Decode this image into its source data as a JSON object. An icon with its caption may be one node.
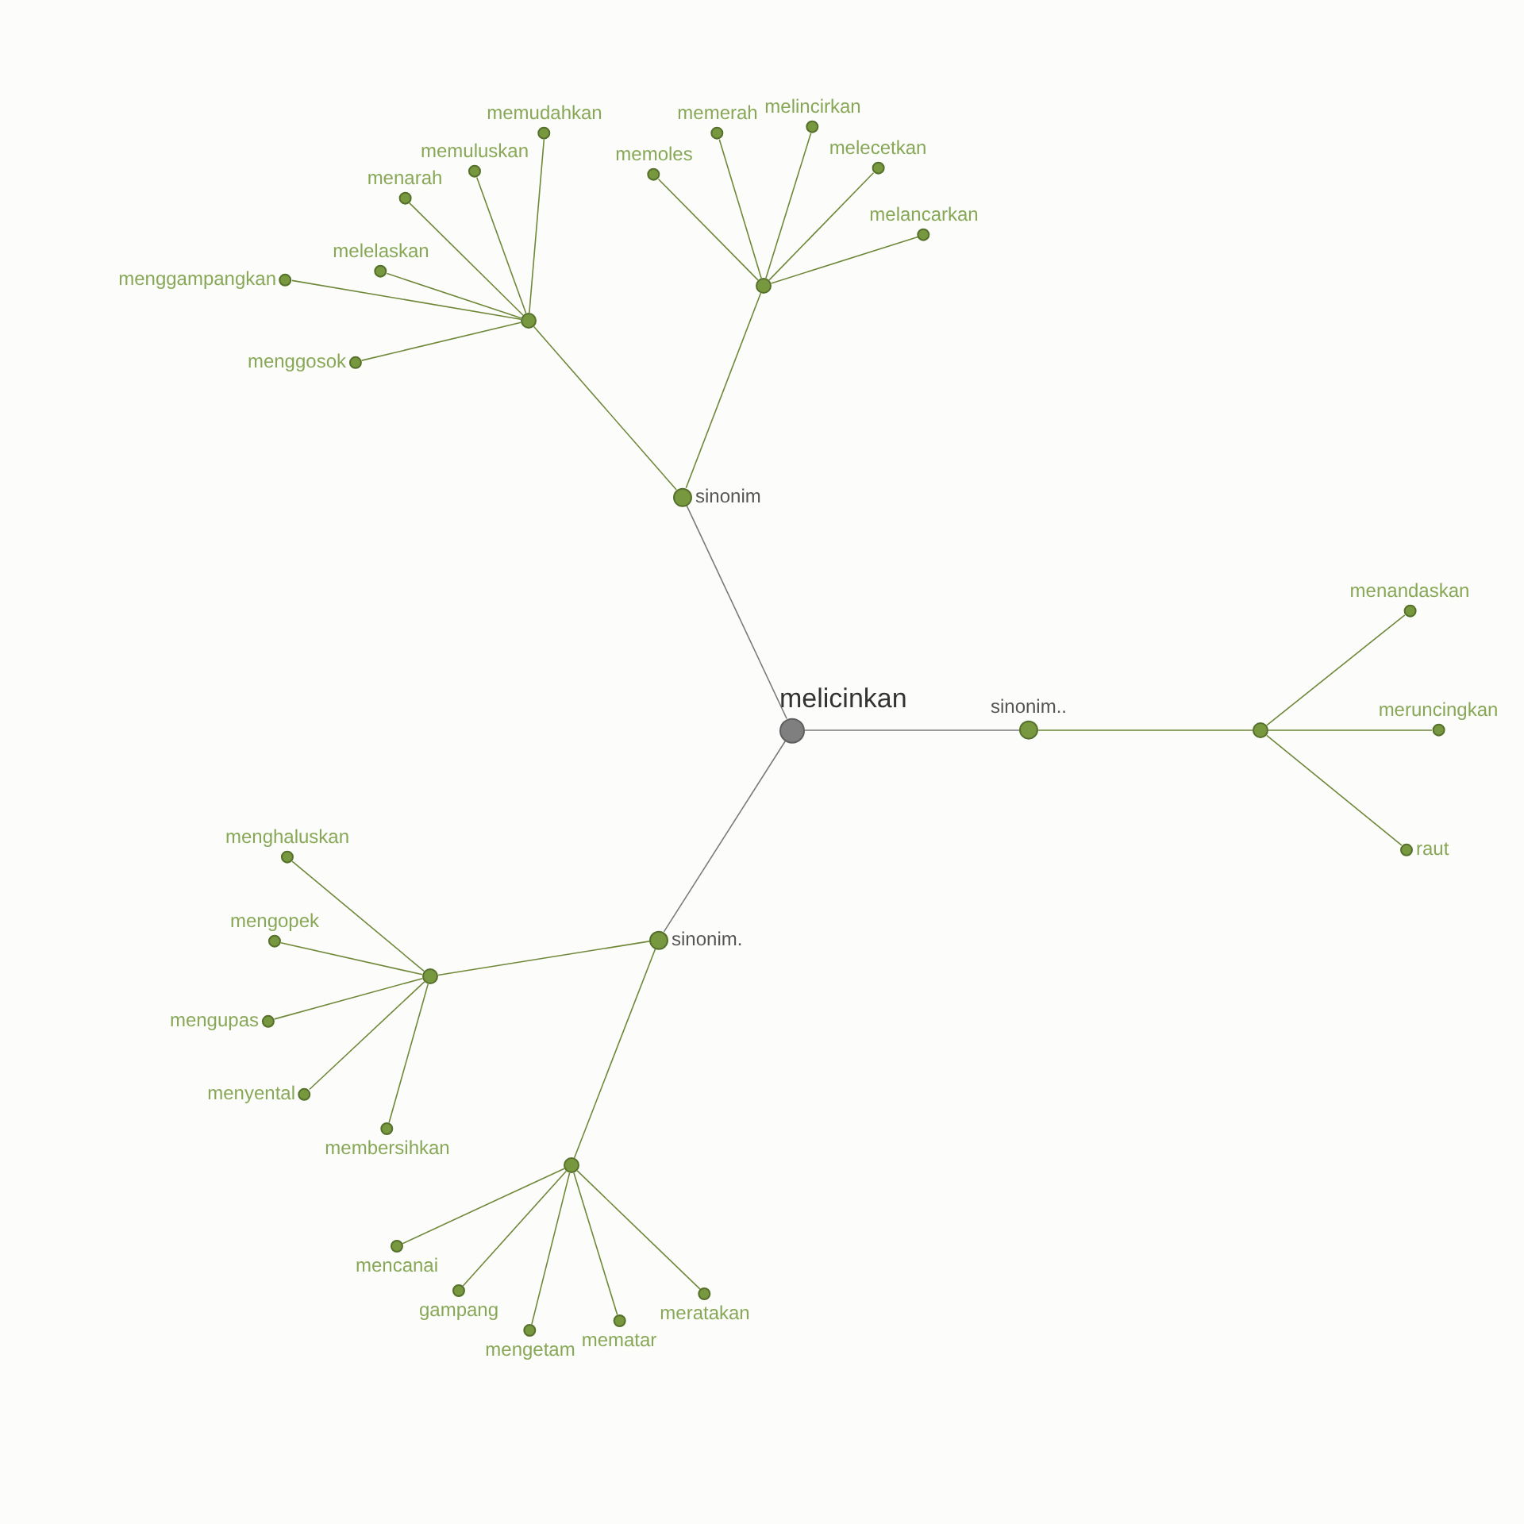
{
  "diagram": {
    "nodes": [
      {
        "text": [
          "melicinkan"
        ]
      },
      {
        "text": [
          "sinonim"
        ]
      },
      {
        "text": [],
        "shape": "circle"
      },
      {
        "text": [
          "memudahkan"
        ]
      },
      {
        "text": [
          "memuluskan"
        ]
      },
      {
        "text": [
          "menarah"
        ]
      },
      {
        "text": [
          "menggampangkan"
        ]
      },
      {
        "text": [
          "melelaskan"
        ]
      },
      {
        "text": [
          "menggosok"
        ]
      },
      {
        "text": [],
        "shape": "circle"
      },
      {
        "text": [
          "memoles"
        ]
      },
      {
        "text": [
          "memerah"
        ]
      },
      {
        "text": [
          "melincirkan"
        ]
      },
      {
        "text": [
          "melecetkan"
        ]
      },
      {
        "text": [
          "melancarkan"
        ]
      },
      {
        "text": [
          "sinonim.."
        ]
      },
      {
        "text": [],
        "shape": "circle"
      },
      {
        "text": [
          "menandaskan"
        ]
      },
      {
        "text": [
          "meruncingkan"
        ]
      },
      {
        "text": [
          "raut"
        ]
      },
      {
        "text": [
          "sinonim."
        ]
      },
      {
        "text": [],
        "shape": "circle"
      },
      {
        "text": [
          "menghaluskan"
        ]
      },
      {
        "text": [
          "mengopek"
        ]
      },
      {
        "text": [
          "mengupas"
        ]
      },
      {
        "text": [
          "menyental"
        ]
      },
      {
        "text": [
          "membersihkan"
        ]
      },
      {
        "text": [],
        "shape": "circle"
      },
      {
        "text": [
          "mencanai"
        ]
      },
      {
        "text": [
          "gampang"
        ]
      },
      {
        "text": [
          "mengetam"
        ]
      },
      {
        "text": [
          "mematar"
        ]
      },
      {
        "text": [
          "meratakan"
        ]
      }
    ],
    "edges": [
      {
        "from": 0,
        "to": 1,
        "arrow": "none",
        "color": "#7a7a7a"
      },
      {
        "from": 1,
        "to": 2,
        "arrow": "none"
      },
      {
        "from": 2,
        "to": 3,
        "arrow": "none"
      },
      {
        "from": 2,
        "to": 4,
        "arrow": "none"
      },
      {
        "from": 2,
        "to": 5,
        "arrow": "none"
      },
      {
        "from": 2,
        "to": 6,
        "arrow": "none"
      },
      {
        "from": 2,
        "to": 7,
        "arrow": "none"
      },
      {
        "from": 2,
        "to": 8,
        "arrow": "none"
      },
      {
        "from": 1,
        "to": 9,
        "arrow": "none"
      },
      {
        "from": 9,
        "to": 10,
        "arrow": "none"
      },
      {
        "from": 9,
        "to": 11,
        "arrow": "none"
      },
      {
        "from": 9,
        "to": 12,
        "arrow": "none"
      },
      {
        "from": 9,
        "to": 13,
        "arrow": "none"
      },
      {
        "from": 9,
        "to": 14,
        "arrow": "none"
      },
      {
        "from": 0,
        "to": 15,
        "arrow": "none",
        "color": "#7a7a7a"
      },
      {
        "from": 15,
        "to": 16,
        "arrow": "none"
      },
      {
        "from": 16,
        "to": 17,
        "arrow": "none"
      },
      {
        "from": 16,
        "to": 18,
        "arrow": "none"
      },
      {
        "from": 16,
        "to": 19,
        "arrow": "none"
      },
      {
        "from": 0,
        "to": 20,
        "arrow": "none",
        "color": "#7a7a7a"
      },
      {
        "from": 20,
        "to": 21,
        "arrow": "none"
      },
      {
        "from": 21,
        "to": 22,
        "arrow": "none"
      },
      {
        "from": 21,
        "to": 23,
        "arrow": "none"
      },
      {
        "from": 21,
        "to": 24,
        "arrow": "none"
      },
      {
        "from": 21,
        "to": 25,
        "arrow": "none"
      },
      {
        "from": 21,
        "to": 26,
        "arrow": "none"
      },
      {
        "from": 20,
        "to": 27,
        "arrow": "none"
      },
      {
        "from": 27,
        "to": 28,
        "arrow": "none"
      },
      {
        "from": 27,
        "to": 29,
        "arrow": "none"
      },
      {
        "from": 27,
        "to": 30,
        "arrow": "none"
      },
      {
        "from": 27,
        "to": 31,
        "arrow": "none"
      },
      {
        "from": 27,
        "to": 32,
        "arrow": "none"
      }
    ]
  }
}
